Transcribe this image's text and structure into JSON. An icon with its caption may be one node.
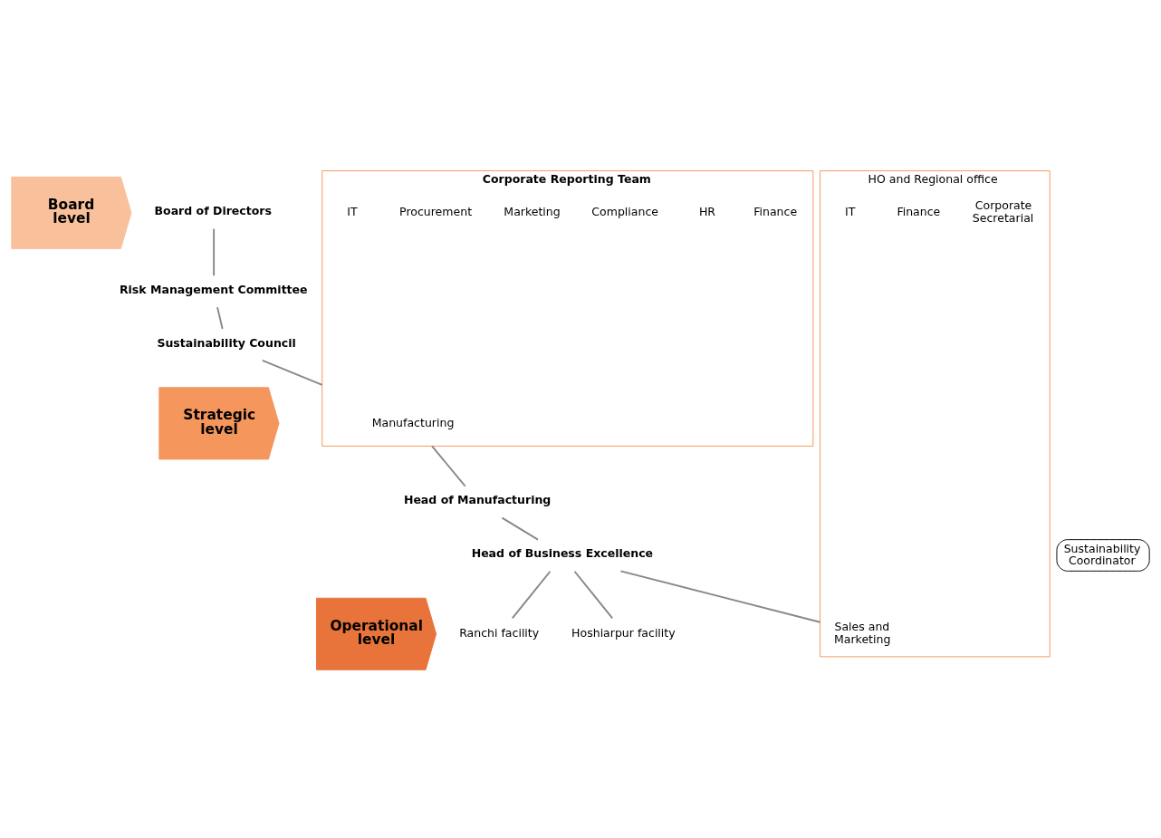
{
  "diagram": {
    "nodes": [
      {
        "text": [
          "Board level"
        ]
      },
      {
        "text": [
          "Strategic level"
        ]
      },
      {
        "text": [
          "Operational level"
        ]
      },
      {
        "text": [
          "Board of Directors"
        ]
      },
      {
        "text": [
          "Risk Management Committee"
        ]
      },
      {
        "text": [
          "Sustainability Council"
        ]
      },
      {
        "text": [
          "Corporate Reporting Team"
        ]
      },
      {
        "text": [
          "Finance"
        ],
        "in": 6
      },
      {
        "text": [
          "HR"
        ],
        "in": 6
      },
      {
        "text": [
          "Compliance"
        ],
        "in": 6
      },
      {
        "text": [
          "Manufacturing"
        ],
        "in": 6
      },
      {
        "text": [
          "Marketing"
        ],
        "in": 6
      },
      {
        "text": [
          "Procurement"
        ],
        "in": 6
      },
      {
        "text": [
          "IT"
        ],
        "in": 6
      },
      {
        "text": [
          "Head of Manufacturing"
        ]
      },
      {
        "text": [
          "Head of Business Excellence"
        ]
      },
      {
        "text": [
          "Sustainability Coordinator"
        ]
      },
      {
        "text": [
          "Ranchi facility"
        ]
      },
      {
        "text": [
          "HO and Regional office"
        ]
      },
      {
        "text": [
          "Corporate Secretarial"
        ],
        "in": 18
      },
      {
        "text": [
          "Finance"
        ],
        "in": 18
      },
      {
        "text": [
          "Sales and Marketing"
        ],
        "in": 18
      },
      {
        "text": [
          "IT"
        ],
        "in": 18
      },
      {
        "text": [
          "Hoshiarpur facility"
        ]
      }
    ],
    "edges": [
      {
        "from": 3,
        "to": 4,
        "arrow": "none"
      },
      {
        "from": 4,
        "to": 5,
        "arrow": "none"
      },
      {
        "from": 5,
        "to": 6,
        "arrow": "none"
      },
      {
        "from": 6,
        "to": 14,
        "arrow": "none"
      },
      {
        "from": 14,
        "to": 15,
        "arrow": "none"
      },
      {
        "from": 15,
        "to": 17,
        "arrow": "none"
      },
      {
        "from": 15,
        "to": 18,
        "arrow": "none"
      },
      {
        "from": 15,
        "to": 23,
        "arrow": "none"
      }
    ]
  }
}
